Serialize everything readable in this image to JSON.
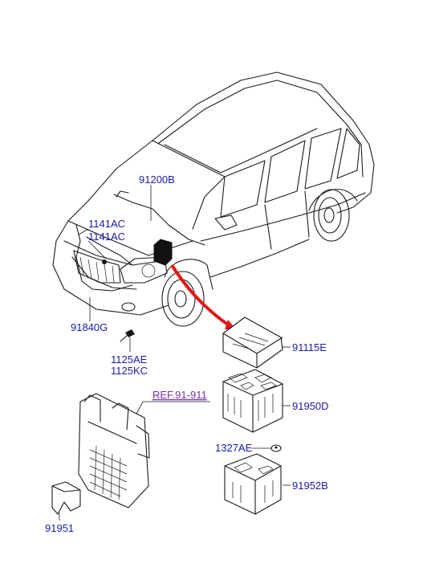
{
  "labels": {
    "p91200B": "91200B",
    "p1141AC_1": "1141AC",
    "p1141AC_2": "1141AC",
    "p91840G": "91840G",
    "p1125AE": "1125AE",
    "p1125KC": "1125KC",
    "p91115E": "91115E",
    "ref": "REF.91-911",
    "p91950D": "91950D",
    "p1327AE": "1327AE",
    "p91952B": "91952B",
    "p91951": "91951"
  },
  "colors": {
    "label": "#1a1aa8",
    "ref": "#7a2fb0",
    "pointer": "#e01818"
  }
}
